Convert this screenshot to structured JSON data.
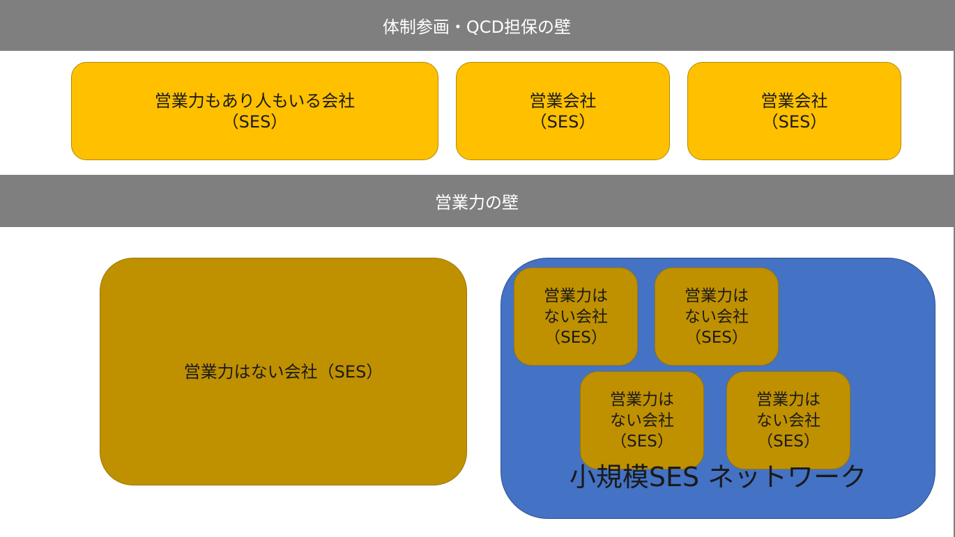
{
  "header_band": {
    "text": "体制参画・QCD担保の壁"
  },
  "top_companies": [
    {
      "line1": "営業力もあり人もいる会社",
      "line2": "（SES）"
    },
    {
      "line1": "営業会社",
      "line2": "（SES）"
    },
    {
      "line1": "営業会社",
      "line2": "（SES）"
    }
  ],
  "middle_band": {
    "text": "営業力の壁"
  },
  "large_company": {
    "text": "営業力はない会社（SES）"
  },
  "network": {
    "label": "小規模SES ネットワーク",
    "companies": [
      {
        "line1": "営業力は",
        "line2": "ない会社",
        "line3": "（SES）"
      },
      {
        "line1": "営業力は",
        "line2": "ない会社",
        "line3": "（SES）"
      },
      {
        "line1": "営業力は",
        "line2": "ない会社",
        "line3": "（SES）"
      },
      {
        "line1": "営業力は",
        "line2": "ない会社",
        "line3": "（SES）"
      }
    ]
  },
  "colors": {
    "band": "#7f7f7f",
    "gold": "#ffc000",
    "olive": "#bf9000",
    "network": "#4472c4"
  }
}
